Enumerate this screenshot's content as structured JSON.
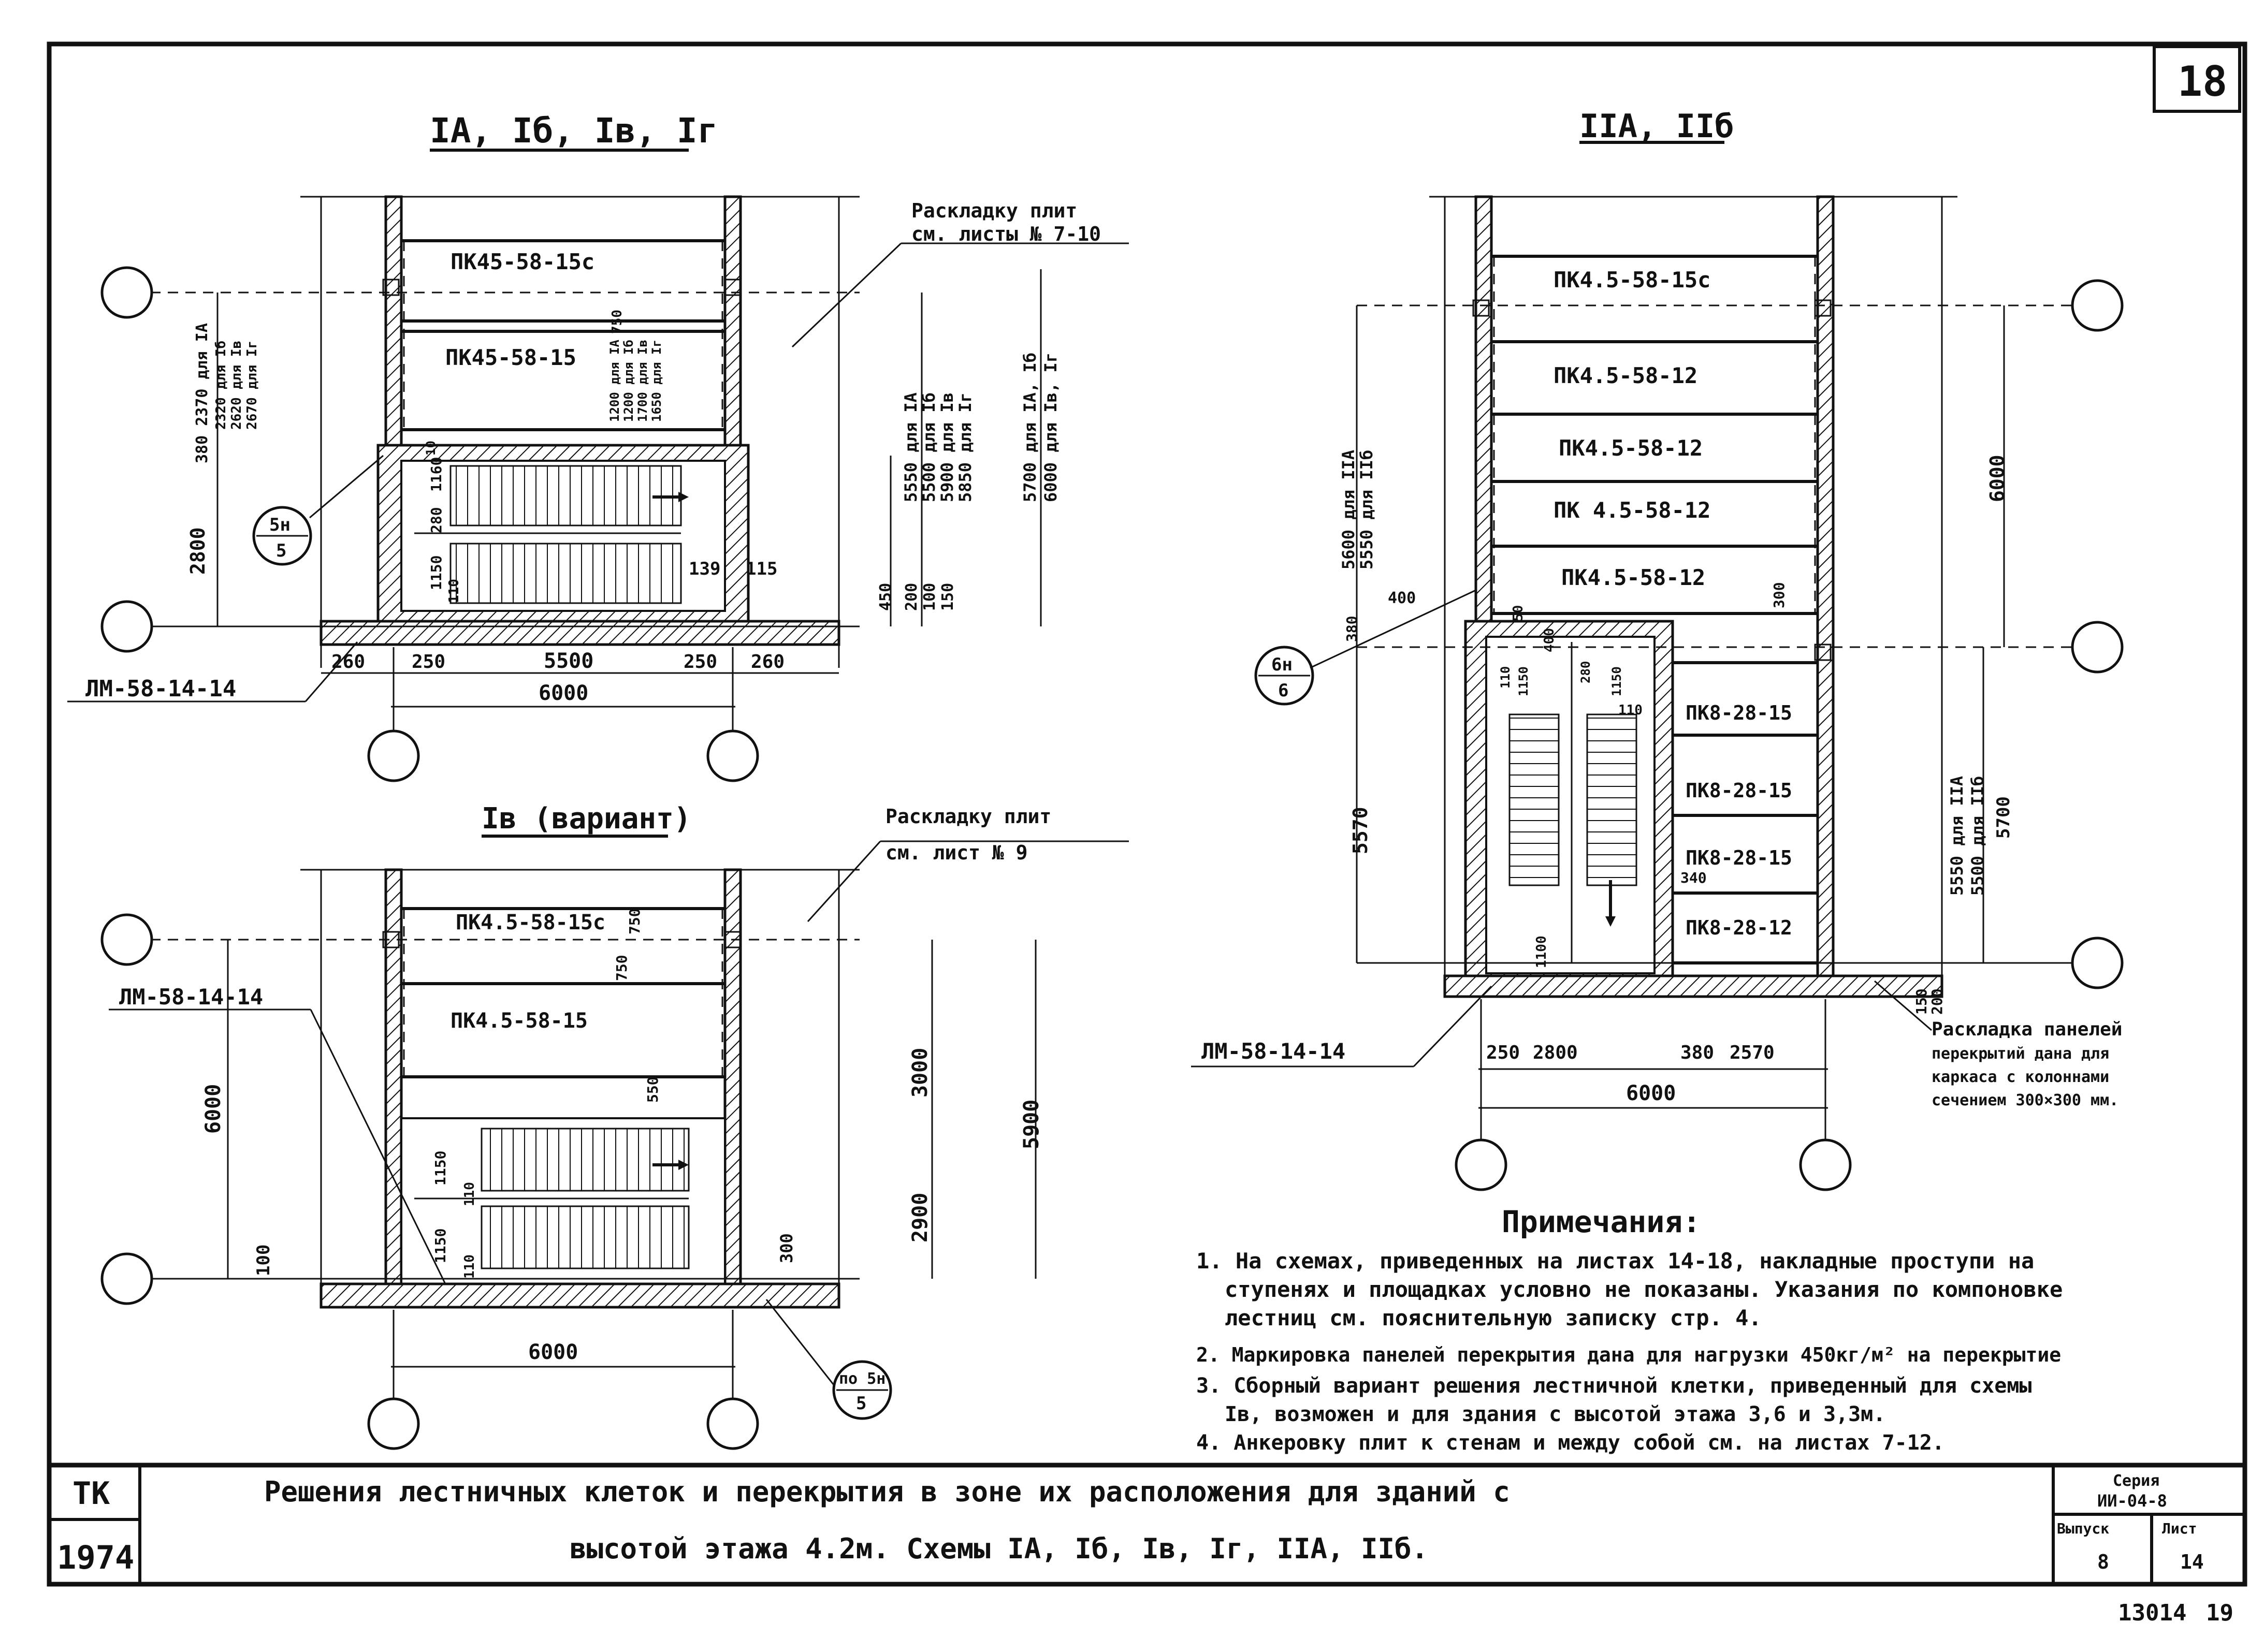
{
  "sheet_number": "18",
  "titles": {
    "scheme_1": "ІА, Іб, Ів, Іг",
    "scheme_2": "Ів (вариант)",
    "scheme_3": "ІІА, ІІб"
  },
  "notes_top_left": {
    "layout_line1": "Раскладку плит",
    "layout_line2": "см. листы № 7-10"
  },
  "notes_bottom_left": {
    "layout_line1": "Раскладку плит",
    "layout_line2": "см. лист № 9"
  },
  "panels_s1": [
    "ПК45-58-15с",
    "ПК45-58-15"
  ],
  "panels_s2": [
    "ПК4.5-58-15с",
    "ПК4.5-58-15"
  ],
  "panels_s3": [
    "ПК4.5-58-15с",
    "ПК4.5-58-12",
    "ПК4.5-58-12",
    "ПК 4.5-58-12",
    "ПК4.5-58-12"
  ],
  "panels_s3_small": [
    "ПК8-28-15",
    "ПК8-28-15",
    "ПК8-28-15",
    "ПК8-28-12"
  ],
  "landing_s1": "ЛМ-58-14-14",
  "landing_s2": "ЛМ-58-14-14",
  "landing_s3": "ЛМ-58-14-14",
  "callouts": {
    "c1_top": "5н",
    "c1_bot": "5",
    "c2_top": "6н",
    "c2_bot": "6",
    "c3_top": "по 5н",
    "c3_bot": "5"
  },
  "dims_s1": {
    "left_top": "380 2370 для ІА",
    "left_2": "2320 для Іб",
    "left_3": "2620 для Ів",
    "left_4": "2670 для Іг",
    "left_bottom": "2800",
    "right_1": "5550 для ІА",
    "right_2": "5500 для Іб",
    "right_3": "5900 для Ів",
    "right_4": "5850 для Іг",
    "right_far_1": "5700 для ІА, Іб",
    "right_far_2": "6000 для Ів, Іг",
    "small_1": "450",
    "small_2": "200",
    "small_3": "100",
    "small_4": "150",
    "inner_top": "1200 для ІА",
    "inner_2": "1200 для Іб",
    "inner_3": "1700 для Ів",
    "inner_4": "1650 для Іг",
    "inner_750": "750",
    "d_280": "280",
    "d_1160": "1160",
    "d_110": "110",
    "d_1150": "1150",
    "d_139": "139",
    "d_115": "115",
    "d_10": "10",
    "bottom_260a": "260",
    "bottom_250a": "250",
    "bottom_5500": "5500",
    "bottom_250b": "250",
    "bottom_260b": "260",
    "bottom_6000": "6000"
  },
  "dims_s2": {
    "left_6000": "6000",
    "left_100": "100",
    "d_750a": "750",
    "d_750b": "750",
    "d_550": "550",
    "d_1150a": "1150",
    "d_1150b": "1150",
    "d_110a": "110",
    "d_110b": "110",
    "right_3000": "3000",
    "right_2900": "2900",
    "right_5900": "5900",
    "right_300": "300",
    "bottom_6000": "6000"
  },
  "dims_s3": {
    "left_1": "5600 для ІІА",
    "left_2": "5550 для ІІб",
    "left_380": "380",
    "left_400": "400",
    "left_5570": "5570",
    "d_50": "50",
    "d_400": "400",
    "d_300": "300",
    "d_110a": "110",
    "d_1150a": "1150",
    "d_280": "280",
    "d_1150b": "1150",
    "d_110b": "110",
    "d_340": "340",
    "d_1100": "1100",
    "right_6000": "6000",
    "right_1": "5550 для ІІА",
    "right_2": "5500 для ІІб",
    "right_5700": "5700",
    "right_150": "150",
    "right_200": "200",
    "bottom_250": "250",
    "bottom_2800": "2800",
    "bottom_380": "380",
    "bottom_2570": "2570",
    "bottom_6000": "6000"
  },
  "note_s3": {
    "line1": "Раскладка панелей",
    "line2": "перекрытий дана для",
    "line3": "каркаса с колоннами",
    "line4": "сечением 300×300 мм."
  },
  "notes": {
    "heading": "Примечания:",
    "n1a": "1. На схемах, приведенных на листах 14-18, накладные проступи на",
    "n1b": "ступенях и площадках условно не показаны. Указания по компоновке",
    "n1c": "лестниц см. пояснительную записку стр. 4.",
    "n2": "2. Маркировка панелей перекрытия дана для нагрузки 450кг/м² на перекрытие",
    "n3a": "3. Сборный вариант решения лестничной клетки, приведенный для схемы",
    "n3b": "Ів, возможен и для здания с высотой этажа 3,6 и 3,3м.",
    "n4": "4. Анкеровку плит к стенам и между собой см. на листах 7-12."
  },
  "title_block": {
    "tk": "ТК",
    "year": "1974",
    "title_line1": "Решения лестничных клеток и перекрытия в зоне их расположения для зданий с",
    "title_line2": "высотой этажа 4.2м. Схемы ІА, Іб, Ів, Іг, ІІА, ІІб.",
    "series_label": "Серия",
    "series_value": "ИИ-04-8",
    "issue_label": "Выпуск",
    "issue_value": "8",
    "sheet_label": "Лист",
    "sheet_value": "14"
  },
  "footer": {
    "archive": "13014",
    "page": "19"
  }
}
